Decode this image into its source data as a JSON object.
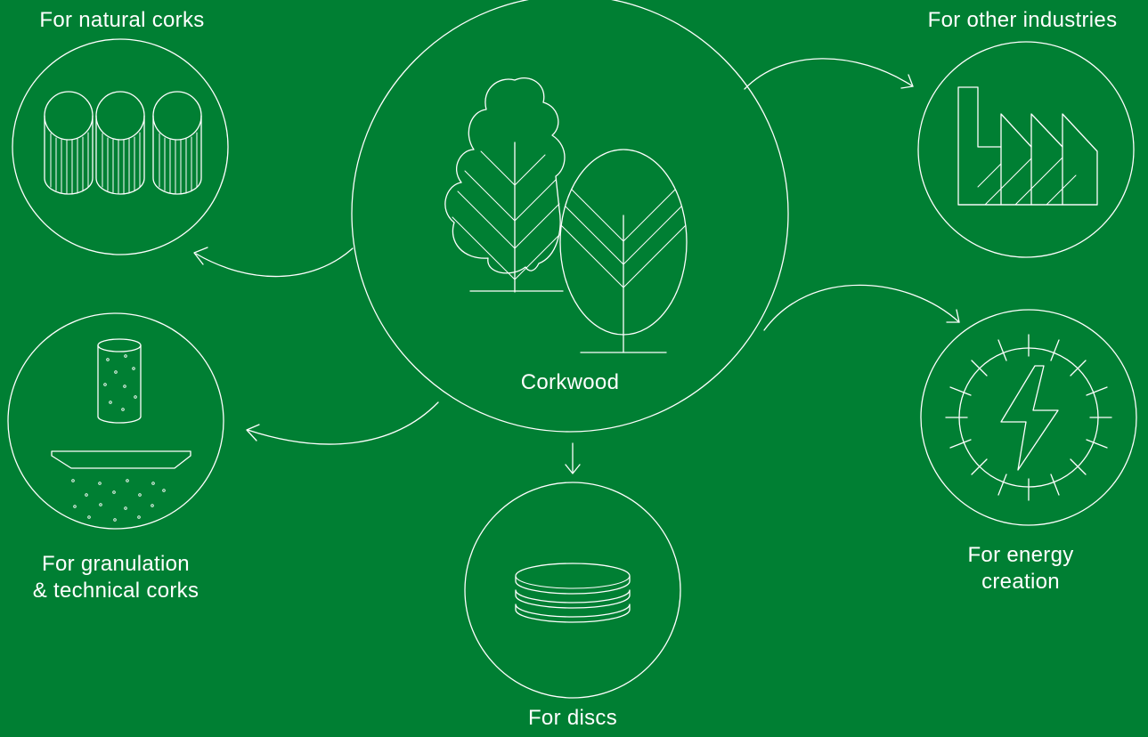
{
  "colors": {
    "background": "#007f33",
    "line": "#ffffff"
  },
  "center": {
    "label": "Corkwood",
    "icon": "trees-icon"
  },
  "destinations": {
    "natural_corks": {
      "label": "For natural corks",
      "icon": "cork-stoppers-icon"
    },
    "other_industries": {
      "label": "For other industries",
      "icon": "factory-icon"
    },
    "granulation": {
      "label_line1": "For granulation",
      "label_line2": "& technical corks",
      "icon": "granulation-icon"
    },
    "energy": {
      "label_line1": "For energy",
      "label_line2": "creation",
      "icon": "lightning-icon"
    },
    "discs": {
      "label": "For discs",
      "icon": "cork-discs-icon"
    }
  }
}
